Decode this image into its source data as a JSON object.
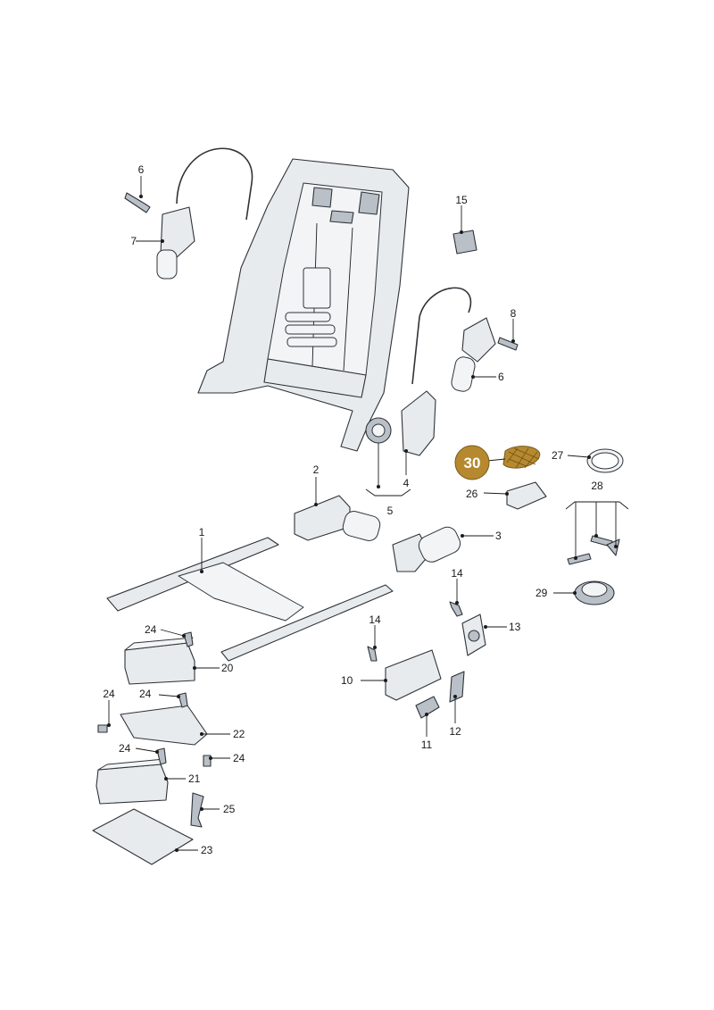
{
  "callouts": [
    {
      "id": "c6a",
      "text": "6"
    },
    {
      "id": "c7",
      "text": "7"
    },
    {
      "id": "c15",
      "text": "15"
    },
    {
      "id": "c8",
      "text": "8"
    },
    {
      "id": "c6b",
      "text": "6"
    },
    {
      "id": "c4",
      "text": "4"
    },
    {
      "id": "c5",
      "text": "5"
    },
    {
      "id": "c2",
      "text": "2"
    },
    {
      "id": "c30",
      "text": "30"
    },
    {
      "id": "c27",
      "text": "27"
    },
    {
      "id": "c26",
      "text": "26"
    },
    {
      "id": "c28",
      "text": "28"
    },
    {
      "id": "c3",
      "text": "3"
    },
    {
      "id": "c1",
      "text": "1"
    },
    {
      "id": "c29",
      "text": "29"
    },
    {
      "id": "c14a",
      "text": "14"
    },
    {
      "id": "c13",
      "text": "13"
    },
    {
      "id": "c24a",
      "text": "24"
    },
    {
      "id": "c20",
      "text": "20"
    },
    {
      "id": "c14b",
      "text": "14"
    },
    {
      "id": "c10",
      "text": "10"
    },
    {
      "id": "c24b",
      "text": "24"
    },
    {
      "id": "c24c",
      "text": "24"
    },
    {
      "id": "c22",
      "text": "22"
    },
    {
      "id": "c11",
      "text": "11"
    },
    {
      "id": "c12",
      "text": "12"
    },
    {
      "id": "c24d",
      "text": "24"
    },
    {
      "id": "c24e",
      "text": "24"
    },
    {
      "id": "c21",
      "text": "21"
    },
    {
      "id": "c25",
      "text": "25"
    },
    {
      "id": "c23",
      "text": "23"
    }
  ],
  "highlight": {
    "part": "30",
    "color": "#b6892f"
  }
}
